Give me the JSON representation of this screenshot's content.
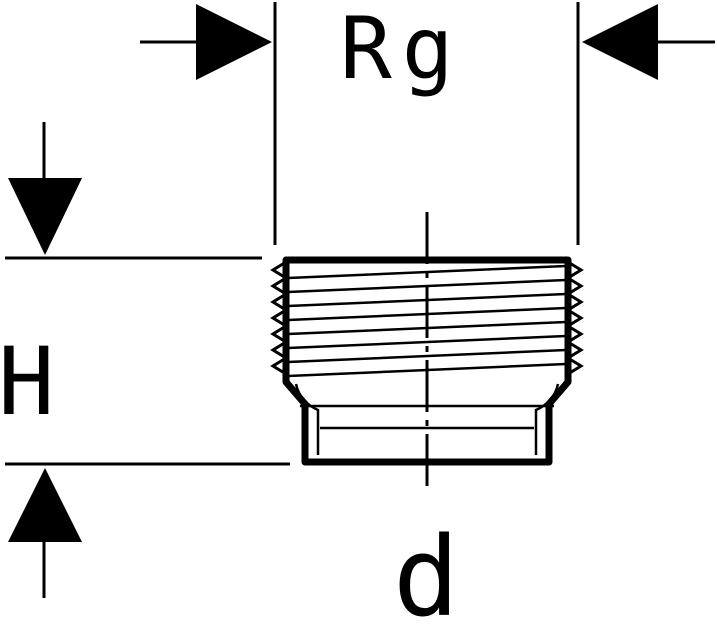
{
  "diagram": {
    "labels": {
      "thread_size": "Rg",
      "height": "H",
      "diameter": "d"
    }
  }
}
